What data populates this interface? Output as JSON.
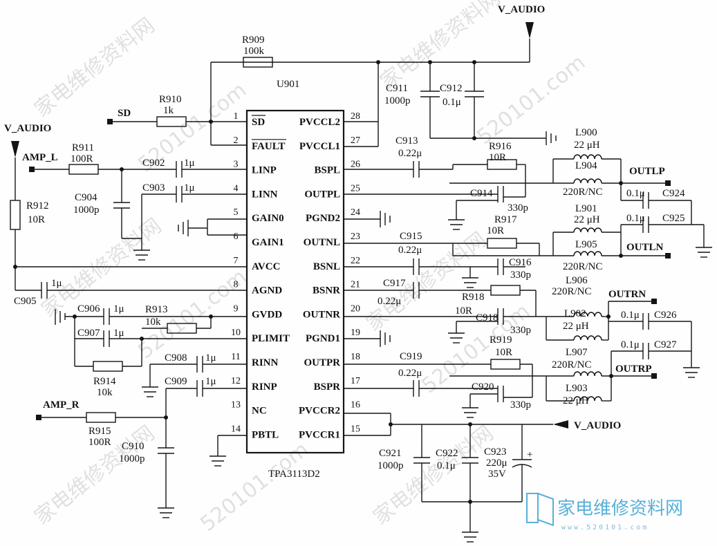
{
  "ic": {
    "ref": "U901",
    "part": "TPA3113D2"
  },
  "left_pins": [
    {
      "num": "1",
      "name": "SD",
      "overline": true
    },
    {
      "num": "2",
      "name": "FAULT",
      "overline": true
    },
    {
      "num": "3",
      "name": "LINP"
    },
    {
      "num": "4",
      "name": "LINN"
    },
    {
      "num": "5",
      "name": "GAIN0"
    },
    {
      "num": "6",
      "name": "GAIN1"
    },
    {
      "num": "7",
      "name": "AVCC"
    },
    {
      "num": "8",
      "name": "AGND"
    },
    {
      "num": "9",
      "name": "GVDD"
    },
    {
      "num": "10",
      "name": "PLIMIT"
    },
    {
      "num": "11",
      "name": "RINN"
    },
    {
      "num": "12",
      "name": "RINP"
    },
    {
      "num": "13",
      "name": "NC"
    },
    {
      "num": "14",
      "name": "PBTL"
    }
  ],
  "right_pins": [
    {
      "num": "28",
      "name": "PVCCL2"
    },
    {
      "num": "27",
      "name": "PVCCL1"
    },
    {
      "num": "26",
      "name": "BSPL"
    },
    {
      "num": "25",
      "name": "OUTPL"
    },
    {
      "num": "24",
      "name": "PGND2"
    },
    {
      "num": "23",
      "name": "OUTNL"
    },
    {
      "num": "22",
      "name": "BSNL"
    },
    {
      "num": "21",
      "name": "BSNR"
    },
    {
      "num": "20",
      "name": "OUTNR"
    },
    {
      "num": "19",
      "name": "PGND1"
    },
    {
      "num": "18",
      "name": "OUTPR"
    },
    {
      "num": "17",
      "name": "BSPR"
    },
    {
      "num": "16",
      "name": "PVCCR2"
    },
    {
      "num": "15",
      "name": "PVCCR1"
    }
  ],
  "nets": {
    "v_audio_top": "V_AUDIO",
    "v_audio_left": "V_AUDIO",
    "v_audio_right": "V_AUDIO",
    "sd": "SD",
    "amp_l": "AMP_L",
    "amp_r": "AMP_R",
    "outlp": "OUTLP",
    "outln": "OUTLN",
    "outrn": "OUTRN",
    "outrp": "OUTRP"
  },
  "components": {
    "r909": {
      "ref": "R909",
      "value": "100k"
    },
    "r910": {
      "ref": "R910",
      "value": "1k"
    },
    "r911": {
      "ref": "R911",
      "value": "100R"
    },
    "r912": {
      "ref": "R912",
      "value": "10R"
    },
    "r913": {
      "ref": "R913",
      "value": "10k"
    },
    "r914": {
      "ref": "R914",
      "value": "10k"
    },
    "r915": {
      "ref": "R915",
      "value": "100R"
    },
    "r916": {
      "ref": "R916",
      "value": "10R"
    },
    "r917": {
      "ref": "R917",
      "value": "10R"
    },
    "r918": {
      "ref": "R918",
      "value": "10R"
    },
    "r919": {
      "ref": "R919",
      "value": "10R"
    },
    "c902": {
      "ref": "C902",
      "value": "1μ"
    },
    "c903": {
      "ref": "C903",
      "value": "1μ"
    },
    "c904": {
      "ref": "C904",
      "value": "1000p"
    },
    "c905": {
      "ref": "C905",
      "value": "1μ"
    },
    "c906": {
      "ref": "C906",
      "value": "1μ"
    },
    "c907": {
      "ref": "C907",
      "value": "1μ"
    },
    "c908": {
      "ref": "C908",
      "value": "1μ"
    },
    "c909": {
      "ref": "C909",
      "value": "1μ"
    },
    "c910": {
      "ref": "C910",
      "value": "1000p"
    },
    "c911": {
      "ref": "C911",
      "value": "1000p"
    },
    "c912": {
      "ref": "C912",
      "value": "0.1μ"
    },
    "c913": {
      "ref": "C913",
      "value": "0.22μ"
    },
    "c914": {
      "ref": "C914",
      "value": "330p"
    },
    "c915": {
      "ref": "C915",
      "value": "0.22μ"
    },
    "c916": {
      "ref": "C916",
      "value": "330p"
    },
    "c917": {
      "ref": "C917",
      "value": "0.22μ"
    },
    "c918": {
      "ref": "C918",
      "value": "330p"
    },
    "c919": {
      "ref": "C919",
      "value": "0.22μ"
    },
    "c920": {
      "ref": "C920",
      "value": "330p"
    },
    "c921": {
      "ref": "C921",
      "value": "1000p"
    },
    "c922": {
      "ref": "C922",
      "value": "0.1μ"
    },
    "c923": {
      "ref": "C923",
      "value": "220μ",
      "rating": "35V"
    },
    "c924": {
      "ref": "C924",
      "value": "0.1μ"
    },
    "c925": {
      "ref": "C925",
      "value": "0.1μ"
    },
    "c926": {
      "ref": "C926",
      "value": "0.1μ"
    },
    "c927": {
      "ref": "C927",
      "value": "0.1μ"
    },
    "l900": {
      "ref": "L900",
      "value": "22 μH"
    },
    "l901": {
      "ref": "L901",
      "value": "22 μH"
    },
    "l902": {
      "ref": "L902",
      "value": "22 μH"
    },
    "l903": {
      "ref": "L903",
      "value": "22 μH"
    },
    "l904": {
      "ref": "L904",
      "value": "220R/NC"
    },
    "l905": {
      "ref": "L905",
      "value": "220R/NC"
    },
    "l906": {
      "ref": "L906",
      "value": "220R/NC"
    },
    "l907": {
      "ref": "L907",
      "value": "220R/NC"
    }
  },
  "watermark": {
    "text": "家电维修资料网",
    "domain": "520101.com"
  },
  "logo": {
    "text": "家电维修资料网",
    "url": "www.520101.com"
  }
}
